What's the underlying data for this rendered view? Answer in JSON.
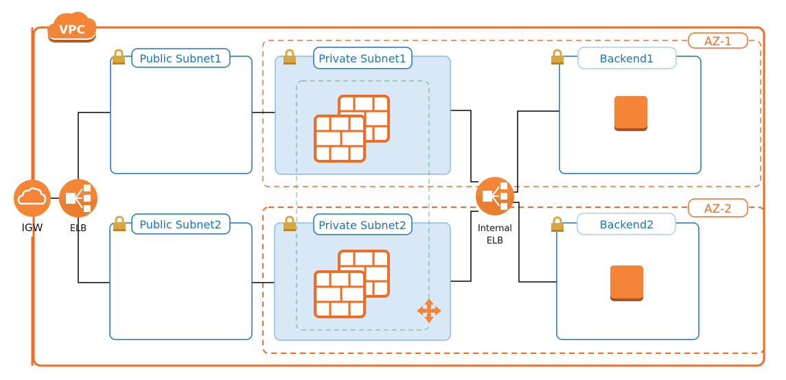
{
  "colors": {
    "orange": "#F26B22",
    "icon_orange": "#F58536",
    "blue": "#1A74BB",
    "light_blue_fill": "#D9E8F6",
    "light_blue_stroke": "#8BBCE0",
    "green_dashed": "#5FB07C",
    "lock_gold": "#D9A641",
    "line": "#000000"
  },
  "vpc": {
    "label": "VPC"
  },
  "availability_zones": [
    {
      "label": "AZ-1"
    },
    {
      "label": "AZ-2"
    }
  ],
  "subnets": {
    "public_1": {
      "label": "Public Subnet1"
    },
    "public_2": {
      "label": "Public Subnet2"
    },
    "private_1": {
      "label": "Private Subnet1"
    },
    "private_2": {
      "label": "Private Subnet2"
    },
    "backend_1": {
      "label": "Backend1"
    },
    "backend_2": {
      "label": "Backend2"
    }
  },
  "nodes": {
    "igw": {
      "label": "IGW",
      "icon": "cloud-icon"
    },
    "elb": {
      "label": "ELB",
      "icon": "load-balancer-icon"
    },
    "internal_elb": {
      "label_line1": "Internal",
      "label_line2": "ELB",
      "icon": "load-balancer-icon"
    },
    "firewall_1": {
      "icon": "firewall-icon"
    },
    "firewall_2": {
      "icon": "firewall-icon"
    },
    "backend_instance_1": {
      "icon": "instance-icon"
    },
    "backend_instance_2": {
      "icon": "instance-icon"
    },
    "auto_scaling": {
      "icon": "auto-scaling-icon"
    }
  }
}
